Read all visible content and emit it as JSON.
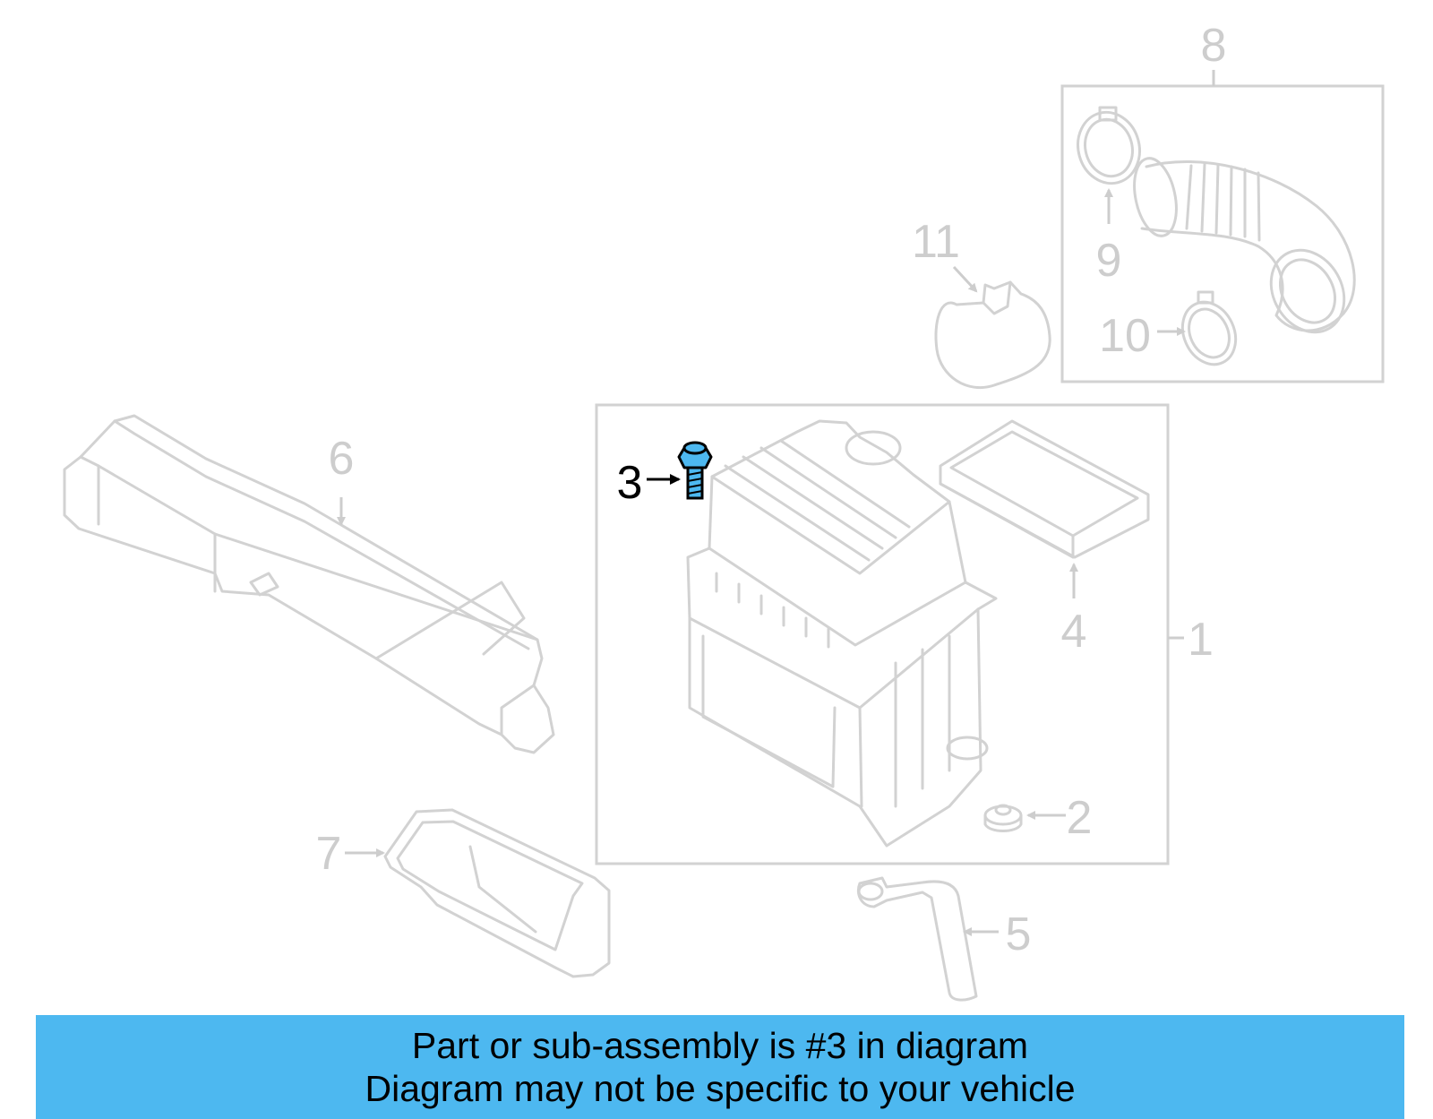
{
  "callouts": {
    "c1": "1",
    "c2": "2",
    "c3": "3",
    "c4": "4",
    "c5": "5",
    "c6": "6",
    "c7": "7",
    "c8": "8",
    "c9": "9",
    "c10": "10",
    "c11": "11"
  },
  "highlight": {
    "part_number": "3",
    "color": "#4db8f0"
  },
  "banner": {
    "line1": "Part or sub-assembly is #3 in diagram",
    "line2": "Diagram may not be specific to your vehicle",
    "background": "#4db8f0"
  },
  "colors": {
    "part_lines": "#d2d2d2",
    "label_gray": "#cdcdcd",
    "label_highlight": "#000000"
  }
}
